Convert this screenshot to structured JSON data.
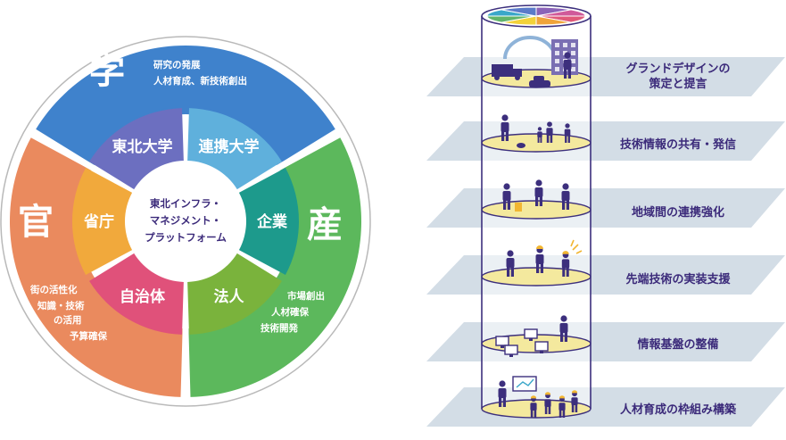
{
  "wheel": {
    "outer": [
      {
        "big": "学",
        "notes": [
          "研究の発展",
          "人材育成、新技術創出"
        ],
        "color": "#3f82cc"
      },
      {
        "big": "産",
        "notes": [
          "市場創出",
          "人材確保",
          "技術開発"
        ],
        "color": "#5cb85c"
      },
      {
        "big": "官",
        "notes": [
          "街の活性化",
          "知識・技術",
          "の活用",
          "予算確保"
        ],
        "color": "#ea8a5e"
      }
    ],
    "inner": [
      {
        "label": "東北大学",
        "color": "#6c6fc0"
      },
      {
        "label": "連携大学",
        "color": "#5fb0dc"
      },
      {
        "label": "企業",
        "color": "#1d9a8c"
      },
      {
        "label": "法人",
        "color": "#7ab33c"
      },
      {
        "label": "自治体",
        "color": "#e0517a"
      },
      {
        "label": "省庁",
        "color": "#f1a93c"
      }
    ],
    "center_lines": [
      "東北インフラ・",
      "マネジメント・",
      "プラットフォーム"
    ]
  },
  "tower": {
    "stages": [
      {
        "label_lines": [
          "グランドデザインの",
          "策定と提言"
        ]
      },
      {
        "label_lines": [
          "技術情報の共有・発信"
        ]
      },
      {
        "label_lines": [
          "地域間の連携強化"
        ]
      },
      {
        "label_lines": [
          "先端技術の実装支援"
        ]
      },
      {
        "label_lines": [
          "情報基盤の整備"
        ]
      },
      {
        "label_lines": [
          "人材育成の枠組み構築"
        ]
      }
    ],
    "cap_colors": [
      "#e05a7a",
      "#f0a43a",
      "#f3d23a",
      "#62b56a",
      "#3aa7c9",
      "#5b7bc9",
      "#8b63b8",
      "#d05a9a"
    ],
    "colors": {
      "slab": "#d3dde6",
      "floor": "#f4e99e",
      "figure": "#3c2f7d",
      "tube": "#3c2f7d"
    }
  }
}
